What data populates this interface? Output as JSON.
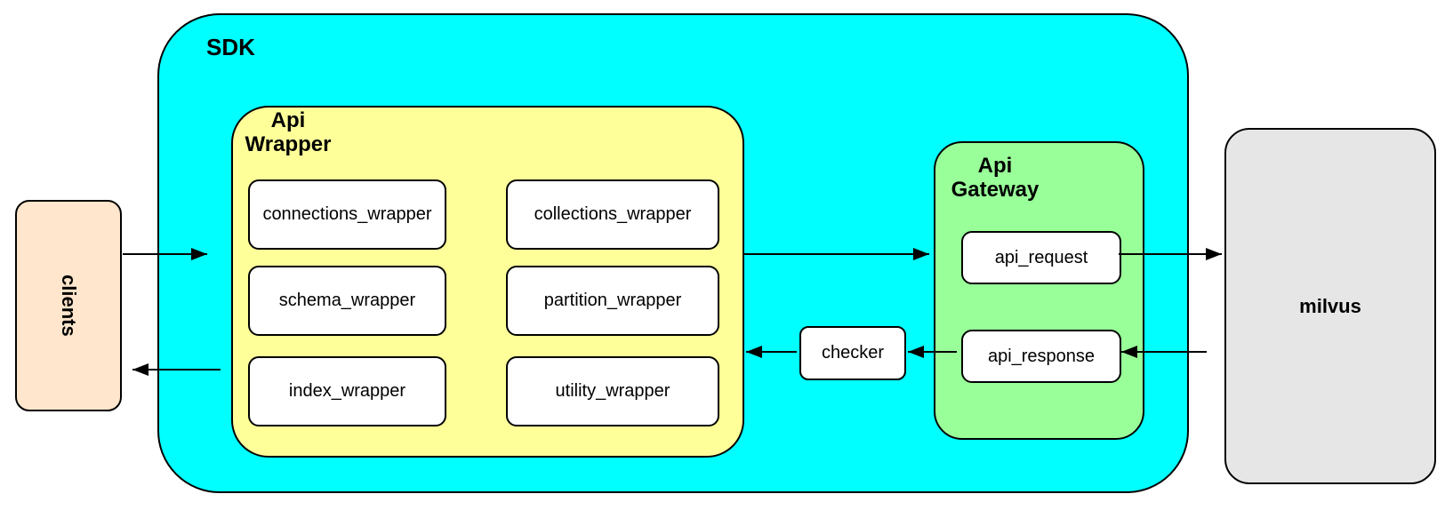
{
  "clients": {
    "label": "clients"
  },
  "sdk": {
    "label": "SDK",
    "api_wrapper": {
      "label": "Api\nWrapper",
      "boxes": [
        "connections_wrapper",
        "collections_wrapper",
        "schema_wrapper",
        "partition_wrapper",
        "index_wrapper",
        "utility_wrapper"
      ]
    },
    "checker": {
      "label": "checker"
    },
    "api_gateway": {
      "label": "Api\nGateway",
      "boxes": [
        "api_request",
        "api_response"
      ]
    }
  },
  "milvus": {
    "label": "milvus"
  },
  "colors": {
    "sdk_fill": "#00FFFF",
    "api_wrapper_fill": "#FFFF99",
    "api_gateway_fill": "#99FF99",
    "clients_fill": "#FFE6CC",
    "milvus_fill": "#E6E6E6",
    "node_fill": "#FFFFFF",
    "border": "#000000"
  },
  "connections": [
    {
      "from": "clients",
      "to": "SDK"
    },
    {
      "from": "Api Wrapper",
      "to": "Api Gateway"
    },
    {
      "from": "api_request",
      "to": "milvus"
    },
    {
      "from": "milvus",
      "to": "api_response"
    },
    {
      "from": "api_response",
      "to": "checker"
    },
    {
      "from": "checker",
      "to": "Api Wrapper"
    },
    {
      "from": "SDK",
      "to": "clients"
    }
  ]
}
